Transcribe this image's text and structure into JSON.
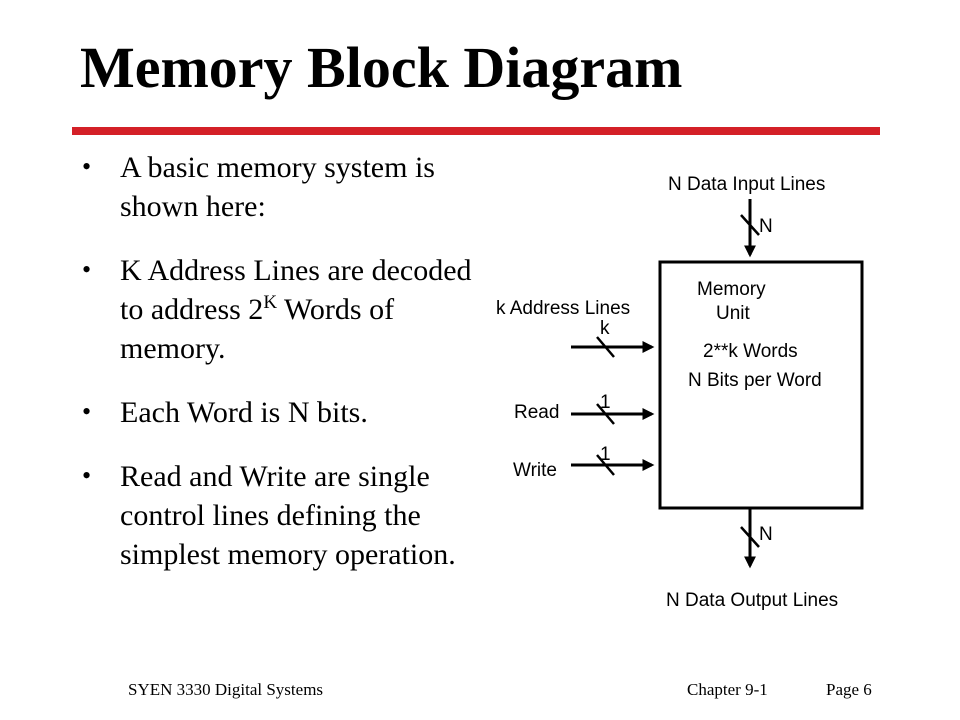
{
  "slide": {
    "title": "Memory Block Diagram",
    "accent_color": "#d42027"
  },
  "bullets": [
    {
      "lines": [
        "A basic memory system is",
        "shown here:"
      ]
    },
    {
      "pre": "K Address Lines are decoded",
      "pre2": "to address 2",
      "sup": "K",
      "post": " Words of",
      "line3": "memory."
    },
    {
      "lines": [
        "Each Word is N bits."
      ]
    },
    {
      "lines": [
        "Read and Write are single",
        "control lines defining the",
        "simplest memory operation."
      ]
    }
  ],
  "diagram": {
    "input_label": "N Data Input Lines",
    "input_width": "N",
    "address_label": "k Address Lines",
    "address_width": "k",
    "read_label": "Read",
    "read_width": "1",
    "write_label": "Write",
    "write_width": "1",
    "unit_line1": "Memory",
    "unit_line2": "Unit",
    "words_text": "2**k Words",
    "bits_text": "N Bits per Word",
    "output_width": "N",
    "output_label": "N Data Output Lines"
  },
  "footer": {
    "course": "SYEN 3330 Digital Systems",
    "chapter": "Chapter 9-1",
    "page": "Page 6"
  }
}
